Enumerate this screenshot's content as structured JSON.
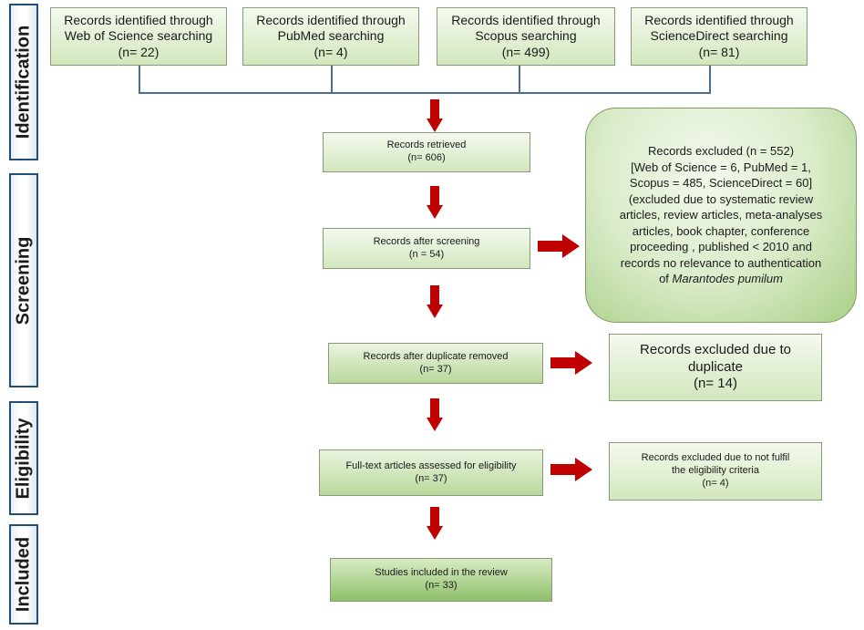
{
  "stages": {
    "identification": "Identification",
    "screening": "Screening",
    "eligibility": "Eligibility",
    "included": "Included"
  },
  "sources": [
    {
      "line1": "Records identified through",
      "line2": "Web of Science searching",
      "count": "(n= 22)"
    },
    {
      "line1": "Records identified through",
      "line2": "PubMed searching",
      "count": "(n= 4)"
    },
    {
      "line1": "Records identified through",
      "line2": "Scopus searching",
      "count": "(n= 499)"
    },
    {
      "line1": "Records identified through",
      "line2": "ScienceDirect searching",
      "count": "(n= 81)"
    }
  ],
  "retrieved": {
    "label": "Records retrieved",
    "count": "(n= 606)"
  },
  "screened": {
    "label": "Records after screening",
    "count": "(n = 54)"
  },
  "duplicates_removed": {
    "label": "Records after duplicate removed",
    "count": "(n= 37)"
  },
  "fulltext": {
    "label": "Full-text articles assessed for eligibility",
    "count": "(n= 37)"
  },
  "included": {
    "label": "Studies included in the review",
    "count": "(n= 33)"
  },
  "excluded_screening": {
    "lines": [
      "Records excluded (n = 552)",
      "[Web of Science = 6, PubMed = 1,",
      "Scopus = 485,  ScienceDirect = 60]",
      "(excluded due to systematic review",
      "articles, review articles, meta-analyses",
      "articles, book chapter, conference",
      "proceeding ,  published < 2010 and",
      "records no relevance  to authentication"
    ],
    "last_prefix": "of ",
    "last_italic": "Marantodes pumilum"
  },
  "excluded_duplicate": {
    "line1": "Records excluded due to",
    "line2": "duplicate",
    "count": "(n= 14)"
  },
  "excluded_eligibility": {
    "line1": "Records excluded due to not fulfil",
    "line2": "the eligibility criteria",
    "count": "(n= 4)"
  },
  "colors": {
    "arrow": "#c00000",
    "stage_border": "#1f4e79",
    "box_fill": "#d2e7bd"
  }
}
